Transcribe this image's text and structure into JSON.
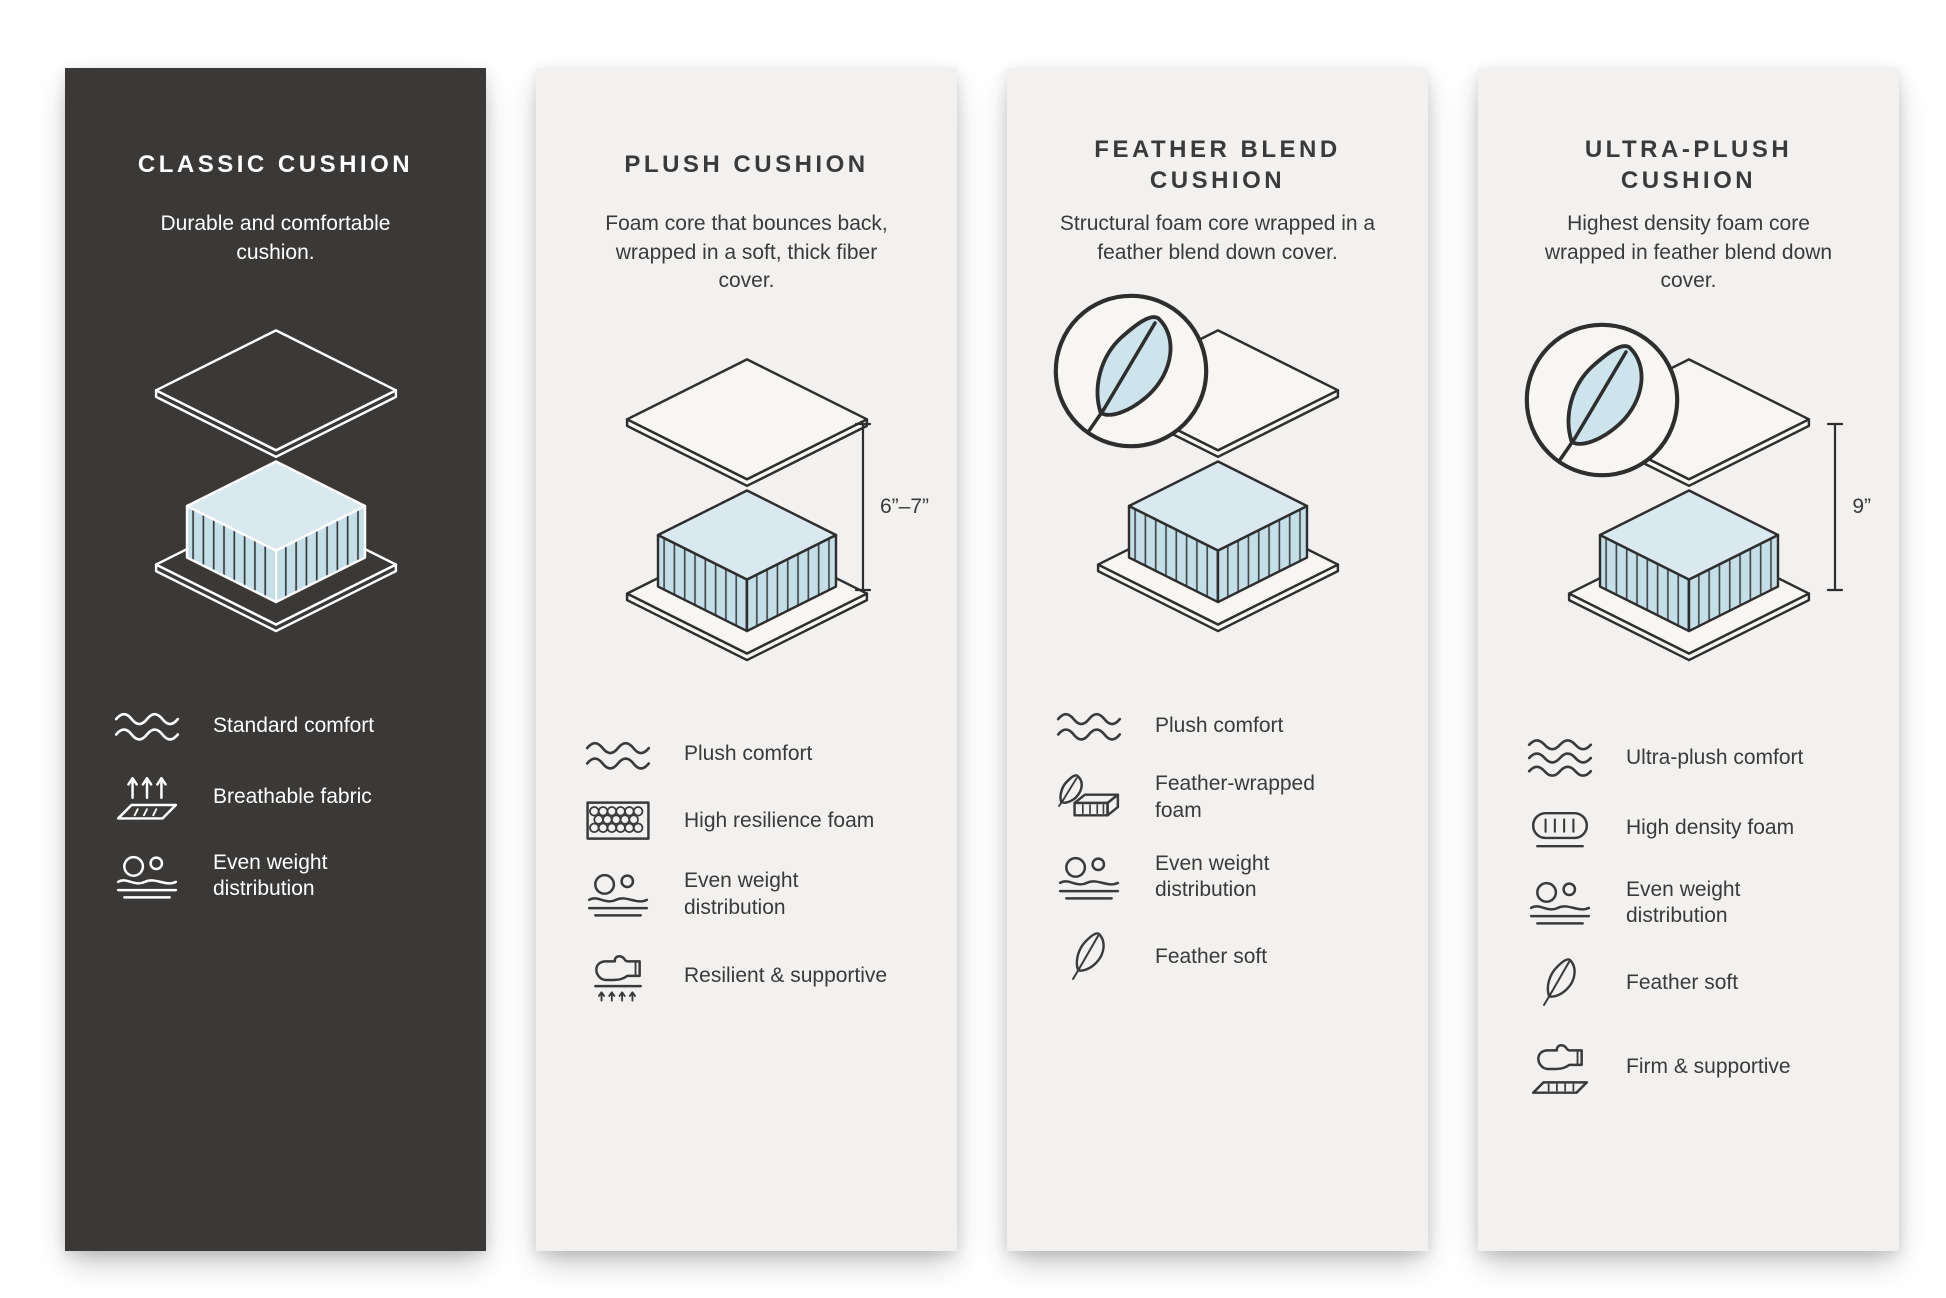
{
  "page": {
    "background": "#ffffff"
  },
  "colors": {
    "dark_panel": "#3b3937",
    "light_panel": "#f2f1ef",
    "foam_top": "#d9e9ef",
    "foam_side": "#c5dfe8",
    "outline": "#2e2e2e",
    "text": "#3a3a3a",
    "badge_feather_fill": "#cde4ec"
  },
  "cards": [
    {
      "title": "CLASSIC CUSHION",
      "theme": "dark",
      "description": "Durable and comfortable cushion.",
      "features": [
        {
          "icon": "comfort-waves-icon",
          "label": "Standard comfort"
        },
        {
          "icon": "breathable-fabric-icon",
          "label": "Breathable fabric"
        },
        {
          "icon": "weight-distribution-icon",
          "label": "Even weight distribution"
        }
      ]
    },
    {
      "title": "PLUSH CUSHION",
      "theme": "light",
      "description": "Foam core that bounces back, wrapped in a soft, thick fiber cover.",
      "measurement": "6”–7”",
      "features": [
        {
          "icon": "comfort-waves-icon",
          "label": "Plush comfort"
        },
        {
          "icon": "foam-honeycomb-icon",
          "label": "High resilience foam"
        },
        {
          "icon": "weight-distribution-icon",
          "label": "Even weight distribution"
        },
        {
          "icon": "hand-press-icon",
          "label": "Resilient & supportive"
        }
      ]
    },
    {
      "title": "FEATHER BLEND CUSHION",
      "theme": "light",
      "description": "Structural foam core wrapped in a feather blend down cover.",
      "features": [
        {
          "icon": "comfort-waves-icon",
          "label": "Plush comfort"
        },
        {
          "icon": "feather-foam-icon",
          "label": "Feather-wrapped foam"
        },
        {
          "icon": "weight-distribution-icon",
          "label": "Even weight distribution"
        },
        {
          "icon": "feather-icon",
          "label": "Feather soft"
        }
      ]
    },
    {
      "title": "ULTRA-PLUSH CUSHION",
      "theme": "light",
      "description": "Highest density foam core wrapped in feather blend down cover.",
      "measurement": "9”",
      "features": [
        {
          "icon": "comfort-waves-icon",
          "label": "Ultra-plush comfort"
        },
        {
          "icon": "density-foam-icon",
          "label": "High density foam"
        },
        {
          "icon": "weight-distribution-icon",
          "label": "Even weight distribution"
        },
        {
          "icon": "feather-icon",
          "label": "Feather soft"
        },
        {
          "icon": "hand-press-icon",
          "label": "Firm & supportive"
        }
      ]
    }
  ]
}
